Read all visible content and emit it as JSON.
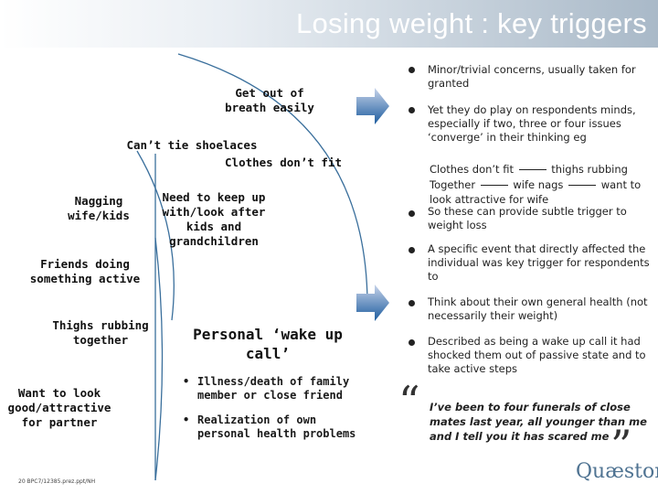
{
  "title": "Losing weight : key triggers",
  "left_triggers": [
    "Get out of breath easily",
    "Can’t tie shoelaces",
    "Clothes don’t fit",
    "Nagging wife/kids",
    "Need to keep up with/look after kids and grandchildren",
    "Friends doing something active",
    "Thighs rubbing together",
    "Want to look good/attractive for partner"
  ],
  "personal_wake_up": {
    "heading": "Personal ‘wake up call’",
    "items": [
      "Illness/death of family member or close friend",
      "Realization of own personal health problems"
    ]
  },
  "right_points": {
    "p1": "Minor/trivial concerns, usually taken for granted",
    "p2": "Yet they do play on respondents minds, especially if two, three or four issues ‘converge’ in their thinking eg",
    "eg1_a": "Clothes don’t fit",
    "eg1_b": "thighs rubbing",
    "eg2_a": "Together",
    "eg2_b": "wife nags",
    "eg2_c": "want to",
    "eg3": "look attractive for wife",
    "p3": "So these can provide subtle trigger to weight loss",
    "p4": "A specific event that directly affected the individual was key trigger for respondents to",
    "p5": "Think about their own general health (not necessarily their weight)",
    "p6": "Described as being a wake up call it had shocked them out of passive state and to take active steps"
  },
  "quote": {
    "open": "“",
    "text": "I’ve been to four funerals of close mates last year, all younger than me and I tell you it has scared me",
    "close": "”"
  },
  "footer_ref": "20 BPC7/12385.prez.ppt/NH",
  "logo": "Quæstor",
  "colors": {
    "curve": "#3a6f9c",
    "arrow_top": "#c7d3ea",
    "arrow_bottom": "#1c5c9e"
  }
}
